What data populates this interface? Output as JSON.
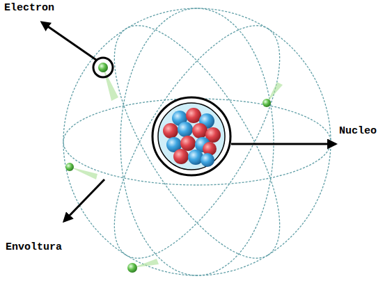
{
  "diagram": {
    "labels": [
      "Electron",
      "Nucleo",
      "Envoltura"
    ]
  }
}
